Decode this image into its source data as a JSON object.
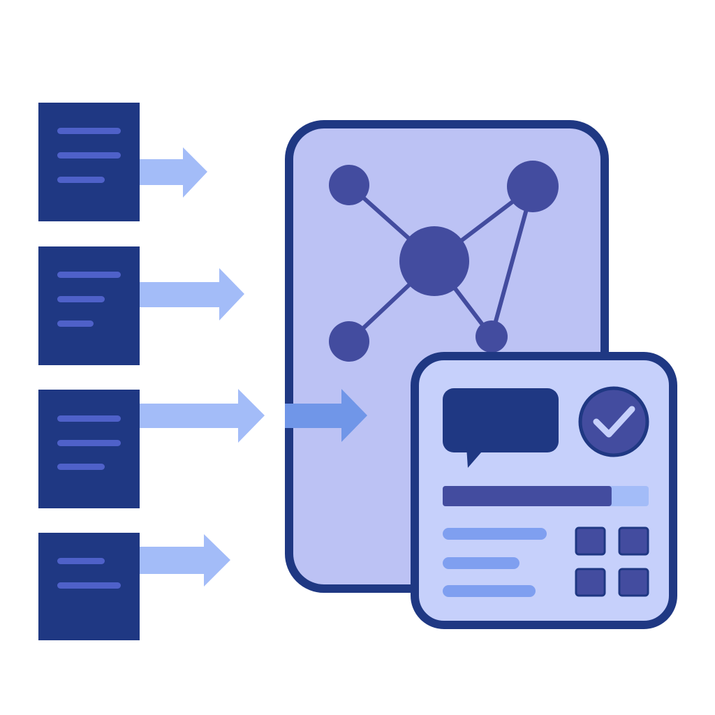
{
  "colors": {
    "background": "#ffffff",
    "navy": "#1f3883",
    "doc_line": "#4f61c9",
    "arrow": "#a3bcf8",
    "arrow_inner": "#7096e8",
    "panel_fill": "#bcc2f4",
    "node": "#434c9f",
    "card_fill": "#c6d0fb",
    "progress_track": "#a3bcf8",
    "card_line": "#7f9ff0",
    "check": "#c6d0fb"
  },
  "icons": {
    "document": "document-icon",
    "arrow": "arrow-right-icon",
    "network": "network-graph-icon",
    "chat": "chat-bubble-icon",
    "check": "check-circle-icon",
    "grid": "grid-icon"
  },
  "documents": [
    {
      "id": "doc-1",
      "line_count": 3
    },
    {
      "id": "doc-2",
      "line_count": 3
    },
    {
      "id": "doc-3",
      "line_count": 3
    },
    {
      "id": "doc-4",
      "line_count": 2
    }
  ],
  "result_card": {
    "progress": 0.82,
    "list_item_count": 3,
    "grid_tiles": 4
  }
}
